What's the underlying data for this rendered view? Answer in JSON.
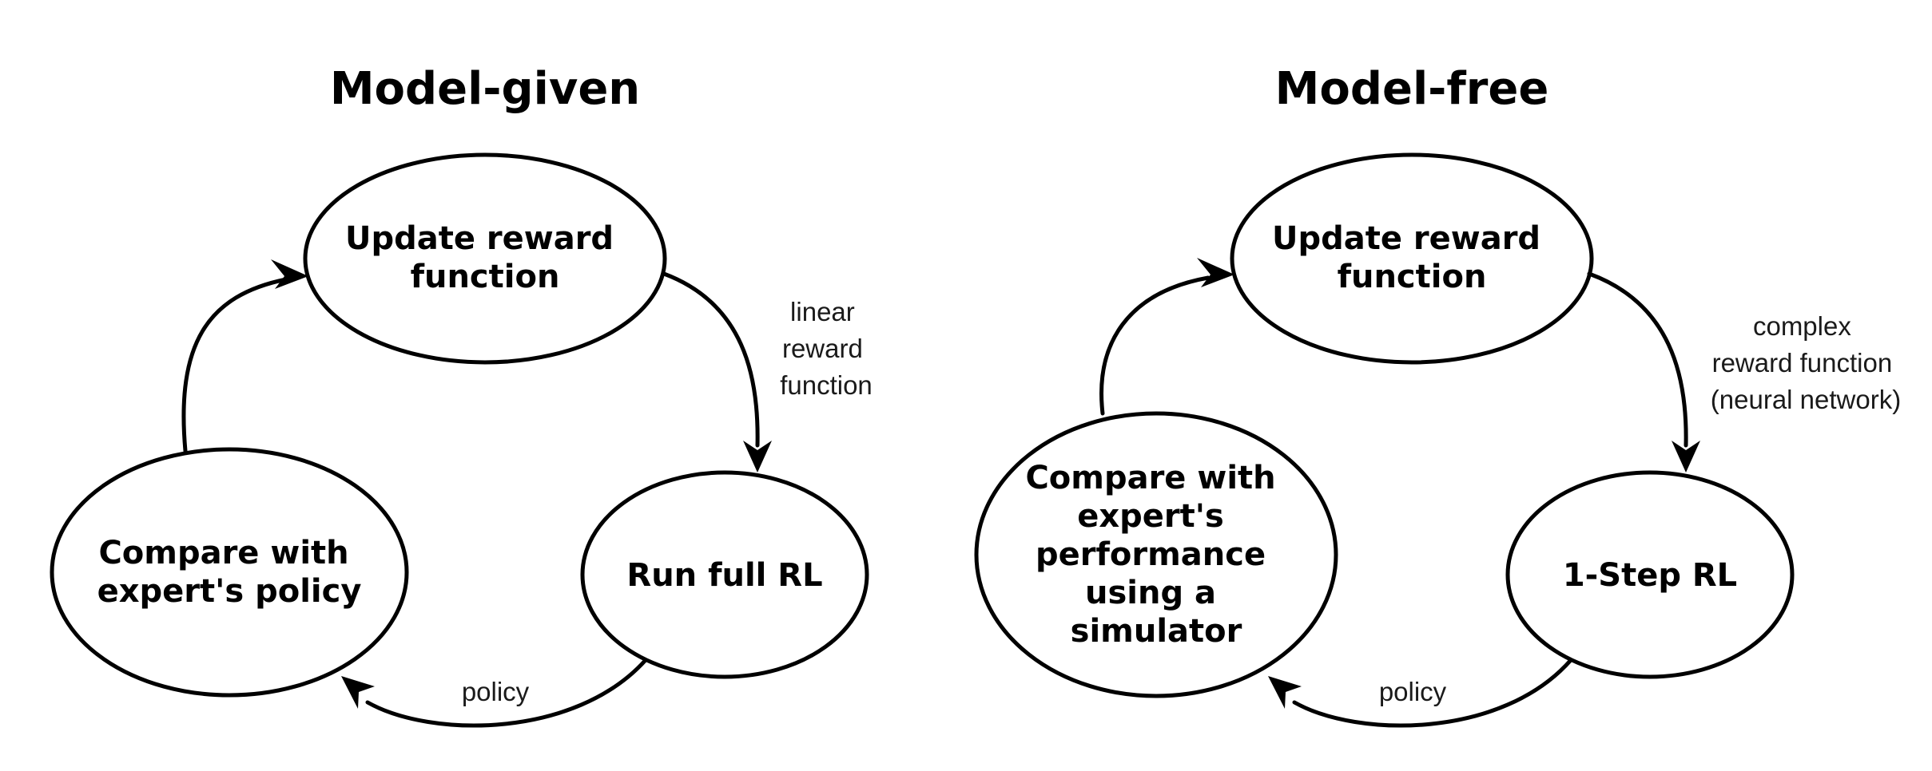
{
  "diagrams": [
    {
      "title": "Model-given",
      "nodes": {
        "update": [
          "Update reward",
          "function"
        ],
        "run": [
          "Run full RL"
        ],
        "compare": [
          "Compare with",
          "expert's policy"
        ]
      },
      "edge_labels": {
        "update_to_run": [
          "linear",
          "reward",
          "function"
        ],
        "run_to_compare": [
          "policy"
        ]
      }
    },
    {
      "title": "Model-free",
      "nodes": {
        "update": [
          "Update reward",
          "function"
        ],
        "run": [
          "1-Step RL"
        ],
        "compare": [
          "Compare with",
          "expert's",
          "performance",
          "using a",
          "simulator"
        ]
      },
      "edge_labels": {
        "update_to_run": [
          "complex",
          "reward function",
          "(neural network)"
        ],
        "run_to_compare": [
          "policy"
        ]
      }
    }
  ]
}
